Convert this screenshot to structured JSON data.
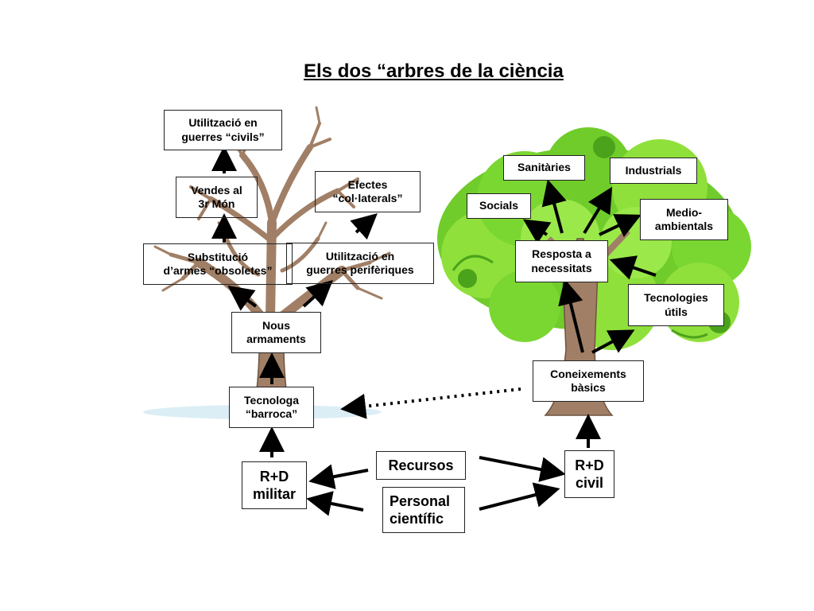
{
  "title": "Els dos “arbres de la ciència",
  "colors": {
    "trunk": "#a07f66",
    "trunk_outline": "#6e5340",
    "foliage_light": "#8fe03b",
    "foliage_mid": "#6fcc2a",
    "foliage_dark": "#4aa31a",
    "arrow": "#000000",
    "box_border": "#222222"
  },
  "left_tree": {
    "top": "Utilització en\nguerres “civils”",
    "sales": "Vendes al\n3r Món",
    "effects": "Efectes\n“col·laterals”",
    "substitution": "Substitució\nd’armes “obsoletes”",
    "peripheral": "Utilització en\nguerres perifèriques",
    "new_weapons": "Nous\narmaments",
    "baroque": "Tecnologa\n“barroca”"
  },
  "right_tree": {
    "sanitary": "Sanitàries",
    "industrial": "Industrials",
    "social": "Socials",
    "environmental": "Medio-\nambientals",
    "needs": "Resposta a\nnecessitats",
    "useful": "Tecnologies\nútils",
    "basic": "Coneixements\nbàsics"
  },
  "bottom": {
    "military": "R+D\nmilitar",
    "resources": "Recursos",
    "personnel": "Personal\ncientífic",
    "civil": "R+D\ncivil"
  }
}
